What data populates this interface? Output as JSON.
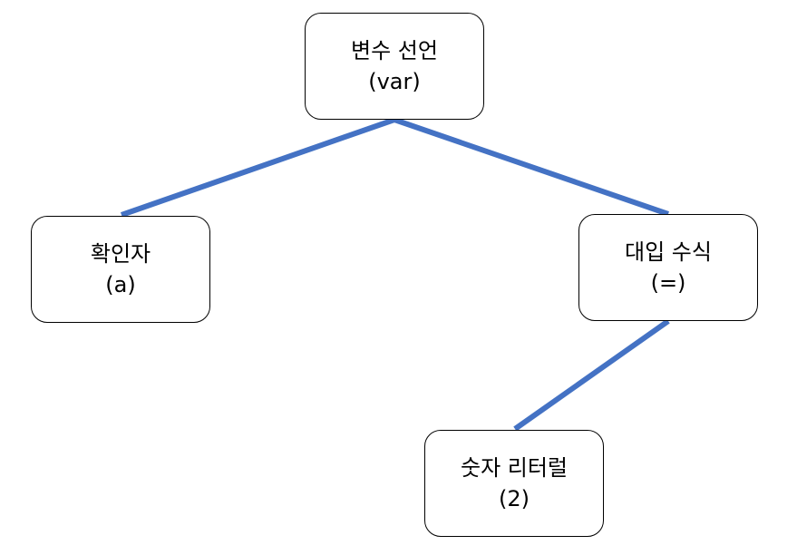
{
  "colors": {
    "edge": "#4472c4",
    "node_border": "#000000",
    "node_fill": "#ffffff",
    "text": "#000000"
  },
  "tree": {
    "nodes": [
      {
        "id": "var",
        "title": "변수 선언",
        "symbol": "(var)"
      },
      {
        "id": "ident",
        "title": "확인자",
        "symbol": "(a)"
      },
      {
        "id": "assign",
        "title": "대입 수식",
        "symbol": "(=)"
      },
      {
        "id": "num",
        "title": "숫자 리터럴",
        "symbol": "(2)"
      }
    ],
    "edges": [
      {
        "from": "var",
        "to": "ident"
      },
      {
        "from": "var",
        "to": "assign"
      },
      {
        "from": "assign",
        "to": "num"
      }
    ]
  }
}
